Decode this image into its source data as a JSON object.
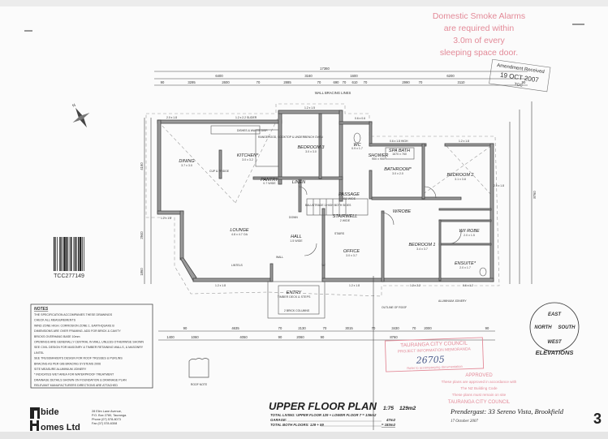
{
  "stamps": {
    "smoke_alarm": [
      "Domestic Smoke Alarms",
      "are required within",
      "3.0m of every",
      "sleeping space door."
    ],
    "amendment": {
      "title": "Amendment Received",
      "date": "19 OCT 2007",
      "by": "TCC"
    },
    "council_box": {
      "line1": "TAURANGA CITY COUNCIL",
      "line2": "PROJECT INFORMATION MEMORANDA",
      "number": "26705",
      "footer": "Refer to accompanying documentation"
    },
    "approved": [
      "APPROVED",
      "These plans are approved in accordance with",
      "The NZ Building Code",
      "These plans must remain on site",
      "TAURANGA CITY COUNCIL"
    ],
    "color": "#e38a98"
  },
  "dimensions": {
    "overall_top": "17360",
    "top_row1": [
      "6400",
      "3160",
      "1600",
      "6200"
    ],
    "top_row2": [
      "90",
      "3295",
      "2600",
      "70",
      "2885",
      "70",
      "690",
      "70",
      "610",
      "70",
      "2990",
      "70",
      "3110",
      "90"
    ],
    "wall_bracing_lines": "WALL BRACING LINES",
    "bottom_row1": [
      "90",
      "4635",
      "70",
      "2130",
      "70",
      "3015",
      "70",
      "3430",
      "70",
      "2000",
      "90"
    ],
    "bottom_row2": [
      "1400",
      "1060",
      "4050",
      "90",
      "2060",
      "90",
      "8760"
    ],
    "right_overall": "8760",
    "left_sides": [
      "4160",
      "2940",
      "1860"
    ]
  },
  "rooms": [
    {
      "name": "DINING",
      "size": "3.7 x 3.0"
    },
    {
      "name": "KITCHEN*",
      "size": "3.0 x 3.2"
    },
    {
      "name": "BEDROOM 3",
      "size": "3.0 x 3.0"
    },
    {
      "name": "BATHROOM*",
      "size": "3.0 x 2.0"
    },
    {
      "name": "BEDROOM 2",
      "size": "3.1 x 3.8"
    },
    {
      "name": "PASSAGE",
      "size": "900 WIDE"
    },
    {
      "name": "STAIRWELL",
      "size": "2 WIDE"
    },
    {
      "name": "LOUNGE",
      "size": "4.8 x 4.7 OA"
    },
    {
      "name": "HALL",
      "size": "1.5 WIDE"
    },
    {
      "name": "OFFICE",
      "size": "3.0 x 3.7"
    },
    {
      "name": "BEDROOM 1",
      "size": "3.4 x 3.7"
    },
    {
      "name": "W/I ROBE",
      "size": "2.0 x 1.5"
    },
    {
      "name": "ENSUITE*",
      "size": "2.0 x 1.7"
    },
    {
      "name": "ENTRY",
      "size": "TIMBER DECK & STEPS"
    },
    {
      "name": "LINEN",
      "size": ""
    },
    {
      "name": "PANTRY",
      "size": "0.7 WIDE"
    },
    {
      "name": "W/ROBE",
      "size": ""
    },
    {
      "name": "WC",
      "size": "0.9 x 1.7"
    },
    {
      "name": "SHOWER",
      "size": "900 x 900"
    },
    {
      "name": "SPA BATH",
      "size": "1670 x 760"
    }
  ],
  "annotations": {
    "lintels": "LINTELS",
    "cooktop": "RANGEHOOD, COOKTOP & UNDERBENCH OVEN",
    "dishwasher": "DISHES & WASTE DISP.",
    "cupboard_fridge": "CUP & FRIDGE",
    "balustrade": "BALUSTRADE 1 HIGH BOTH SIDES",
    "down": "DOWN",
    "stairs": "STAIRS",
    "aluminium_joinery": "ALUMINIUM JOINERY",
    "outline_roof": "OUTLINE OF ROOF",
    "brick_columns": "2 BRICK COLUMNS",
    "roof_note": "ROOF NOTE",
    "wall_1": "WALL",
    "windows": [
      "2.0 x 1.8",
      "1.2 x 2.2 SLIDER",
      "1.2 x 1.5",
      "0.6 x 1.8 HIGH",
      "1.2 x 1.8",
      "1.2 x 1.8",
      "1.2 x 2.2",
      "0.6 x 1.2",
      "0.6 x 0.6",
      "1.2 x 1.8",
      "1.2 x 1.8",
      "2.0 x 1.8"
    ]
  },
  "barcode": {
    "code": "TCC277149"
  },
  "notes": {
    "title": "NOTES",
    "lines": [
      "THE SPECIFICATION ACCOMPANIES THESE DRAWINGS",
      "CHECK ALL MEASUREMENTS",
      "WIND ZONE HIGH. CORROSION ZONE 1. EARTHQUAKE B",
      "DIMENSIONS ARE OVER FRAMING. ADD FOR BRICK & CAVITY",
      "     BRICKS OVERHANG BASE 10mm",
      "OPENINGS ARE GENERALLY CENTRAL IN WALL UNLESS OTHERWISE SHOWN",
      "SEE CIVIL DESIGN FOR MASONRY & TIMBER RETAINING WALLS, & MASONRY",
      "     LINTEL",
      "SEE TRUSSMAKER'S DESIGN FOR ROOF TRUSSES & PURLINS",
      "BRACING AS PER GIB BRACING SYSTEMS 2006",
      "SITE MEASURE ALUMINIUM JOINERY",
      "* INDICATES WET AREA FOR WATERPROOF TREATMENT",
      "DRAINAGE DETAILS SHOWN ON FOUNDATION & DRAINAGE PLAN",
      "RELEVANT MANUFACTURERS DIRECTIONS ARE ATTACHED"
    ]
  },
  "company": {
    "logo_line1": "bide",
    "logo_line2": "omes Ltd",
    "address": [
      "28 Elim Lane Avenue,",
      "P.O. Box 2780, Tauranga.",
      "Phone (07) 578-8073",
      "Fax (07) 578-6308"
    ]
  },
  "elevations": {
    "north": "NORTH",
    "south": "SOUTH",
    "east": "EAST",
    "west": "WEST",
    "label": "ELEVATIONS"
  },
  "title_block": {
    "title": "UPPER FLOOR PLAN",
    "scale": "1:75",
    "area": "129m2",
    "line1": "TOTAL LIVING:  UPPER FLOOR 129 + LOWER FLOOR 7 = 136m2",
    "line2_label": "GARAGE:",
    "line2_value": "47m2",
    "line3_label": "TOTAL BOTH FLOORS:  129 + 59",
    "line3_value": "= 183m2",
    "project": "Prendergast:  33 Sereno Vista, Brookfield",
    "date": "17 October 2007",
    "sheet": "3"
  }
}
